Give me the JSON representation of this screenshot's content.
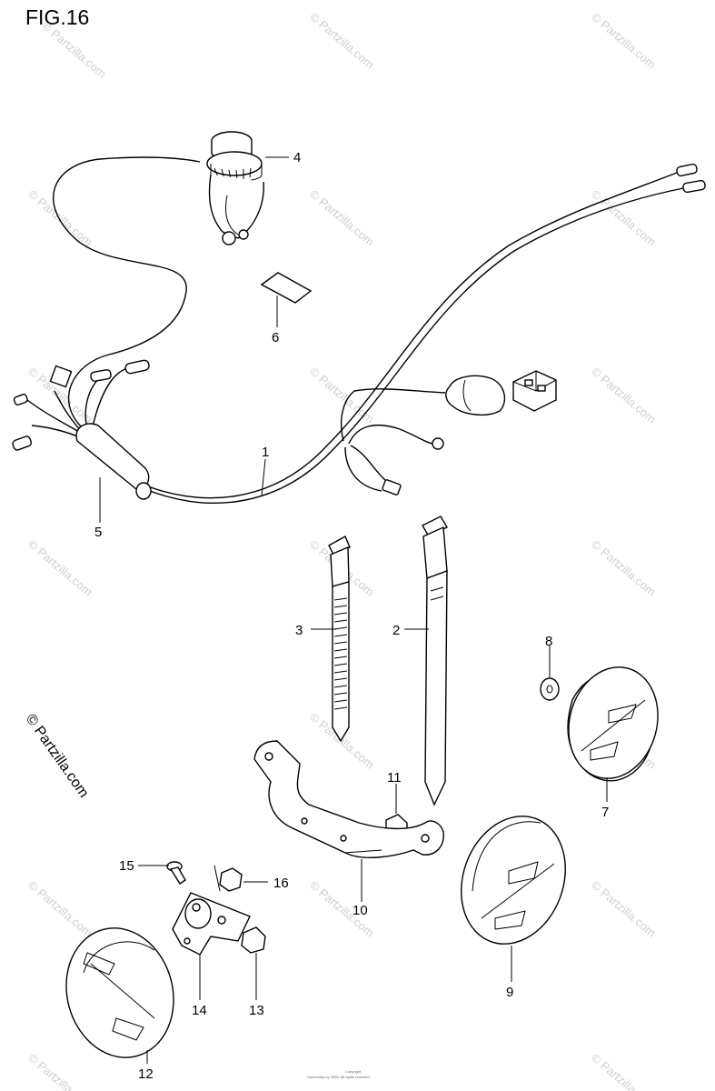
{
  "figure": {
    "title": "FIG.16"
  },
  "watermark": {
    "text": "© Partzilla.com"
  },
  "side_copyright": "© Partzilla.com",
  "footer_fine_print": [
    "Copyright",
    "Ownership by OEM. All rights reserved."
  ],
  "parts": [
    {
      "ref": "1"
    },
    {
      "ref": "2"
    },
    {
      "ref": "3"
    },
    {
      "ref": "4"
    },
    {
      "ref": "5"
    },
    {
      "ref": "6"
    },
    {
      "ref": "7"
    },
    {
      "ref": "8"
    },
    {
      "ref": "9"
    },
    {
      "ref": "10"
    },
    {
      "ref": "11"
    },
    {
      "ref": "12"
    },
    {
      "ref": "13"
    },
    {
      "ref": "14"
    },
    {
      "ref": "15"
    },
    {
      "ref": "16"
    }
  ],
  "colors": {
    "line": "#000000",
    "watermark": "#cfcfcf",
    "background": "#ffffff"
  }
}
